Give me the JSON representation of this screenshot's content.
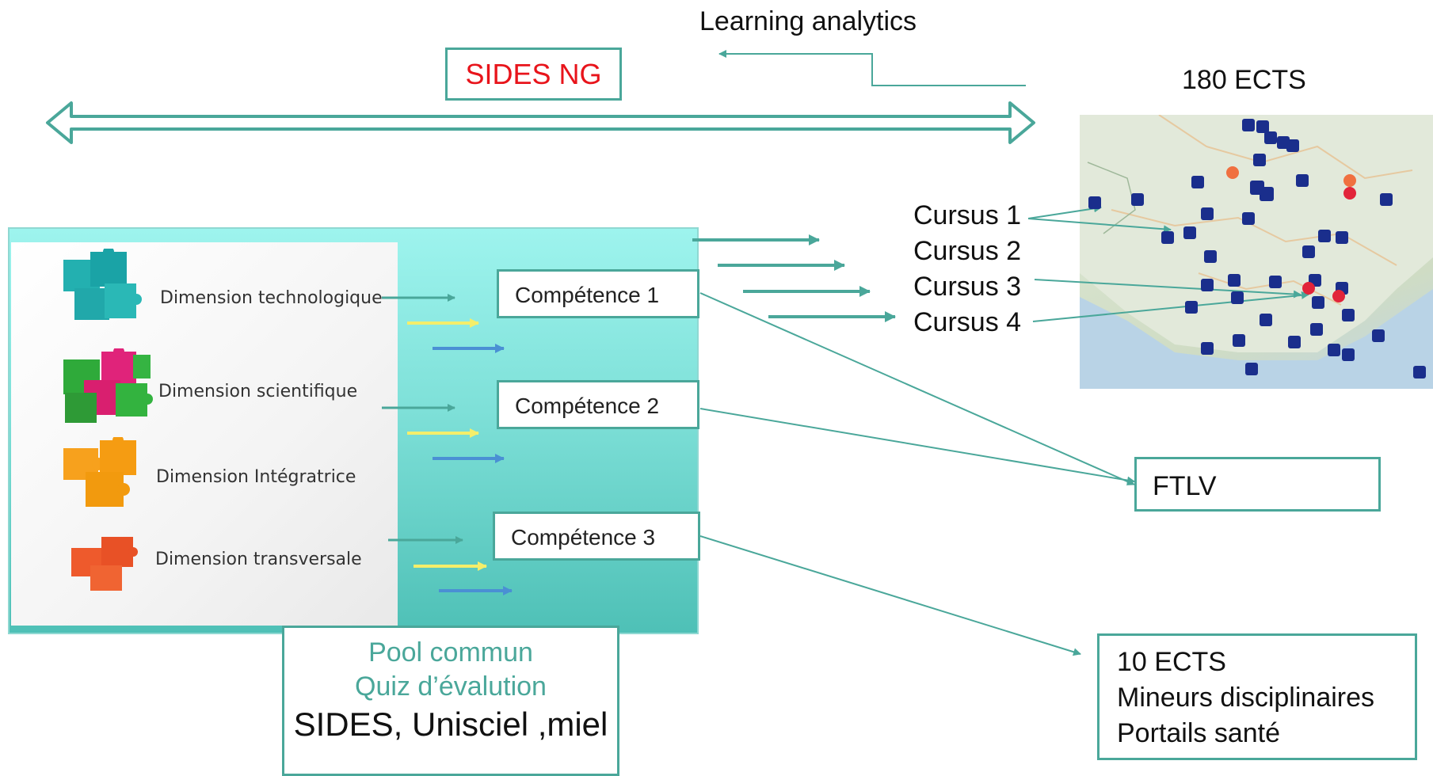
{
  "top": {
    "learning_analytics": "Learning analytics",
    "sides_ng": "SIDES NG",
    "ects_180": "180 ECTS"
  },
  "dimensions": [
    {
      "label": "Dimension technologique",
      "icon": "puzzle-teal-icon"
    },
    {
      "label": "Dimension scientifique",
      "icon": "puzzle-green-pink-icon"
    },
    {
      "label": "Dimension Intégratrice",
      "icon": "puzzle-orange-icon"
    },
    {
      "label": "Dimension transversale",
      "icon": "puzzle-red-icon"
    }
  ],
  "competences": [
    {
      "label": "Compétence 1"
    },
    {
      "label": "Compétence 2"
    },
    {
      "label": "Compétence 3"
    }
  ],
  "cursus": [
    "Cursus 1",
    "Cursus 2",
    "Cursus 3",
    "Cursus 4"
  ],
  "pool": {
    "line1": "Pool commun",
    "line2": "Quiz d’évalution",
    "line3": "SIDES, Unisciel ,miel"
  },
  "ftlv": "FTLV",
  "ects10": {
    "line1": "10 ECTS",
    "line2": "Mineurs disciplinaires",
    "line3": "Portails santé"
  },
  "colors": {
    "teal": "#4aa79a",
    "yellow": "#f4ee6a",
    "blue": "#4a90d4",
    "red_text": "#e8141b",
    "pool_text": "#4aa79a"
  }
}
